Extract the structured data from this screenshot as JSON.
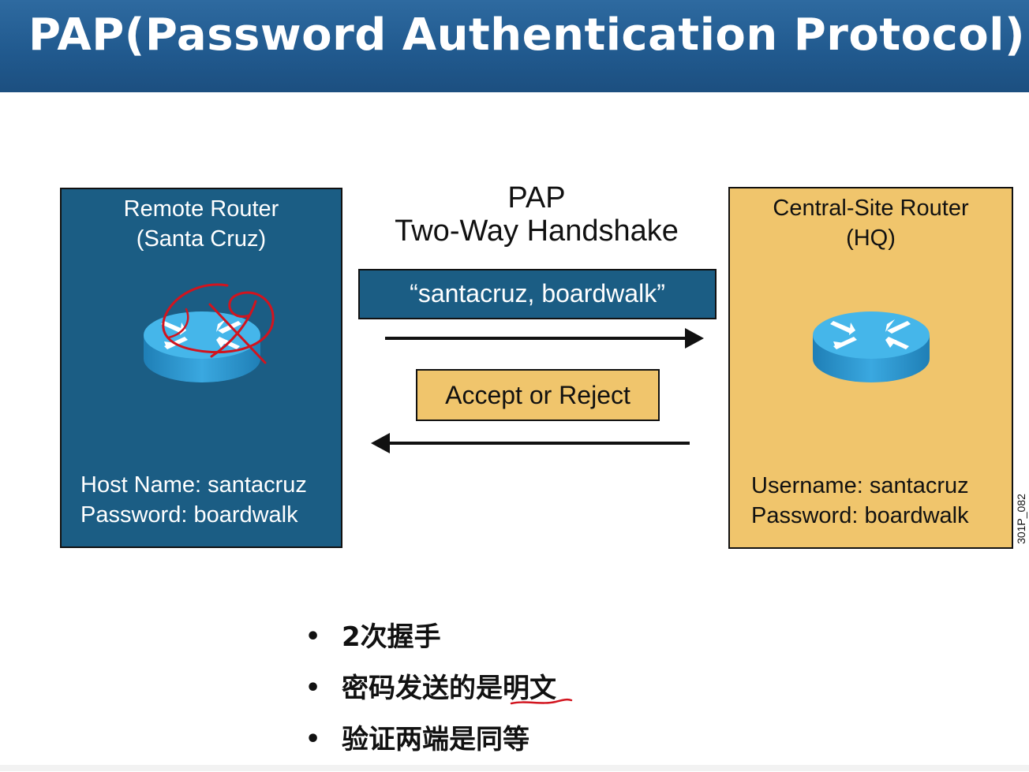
{
  "slide": {
    "title": "PAP(Password Authentication Protocol)",
    "code": "301P_082"
  },
  "remote_router": {
    "title_line1": "Remote Router",
    "title_line2": "(Santa Cruz)",
    "host_line": "Host Name: santacruz",
    "password_line": "Password: boardwalk"
  },
  "central_router": {
    "title_line1": "Central-Site Router",
    "title_line2": "(HQ)",
    "username_line": "Username: santacruz",
    "password_line": "Password: boardwalk"
  },
  "handshake": {
    "title_line1": "PAP",
    "title_line2": "Two-Way Handshake",
    "request_message": "“santacruz, boardwalk”",
    "reply_message": "Accept or Reject"
  },
  "notes": [
    "2次握手",
    "密码发送的是明文",
    "验证两端是同等"
  ],
  "colors": {
    "header_blue": "#215a8f",
    "remote_panel": "#1b5d84",
    "central_panel": "#f0c56c",
    "router_cyan": "#3aa8e0",
    "annotation_red": "#d2141e"
  }
}
